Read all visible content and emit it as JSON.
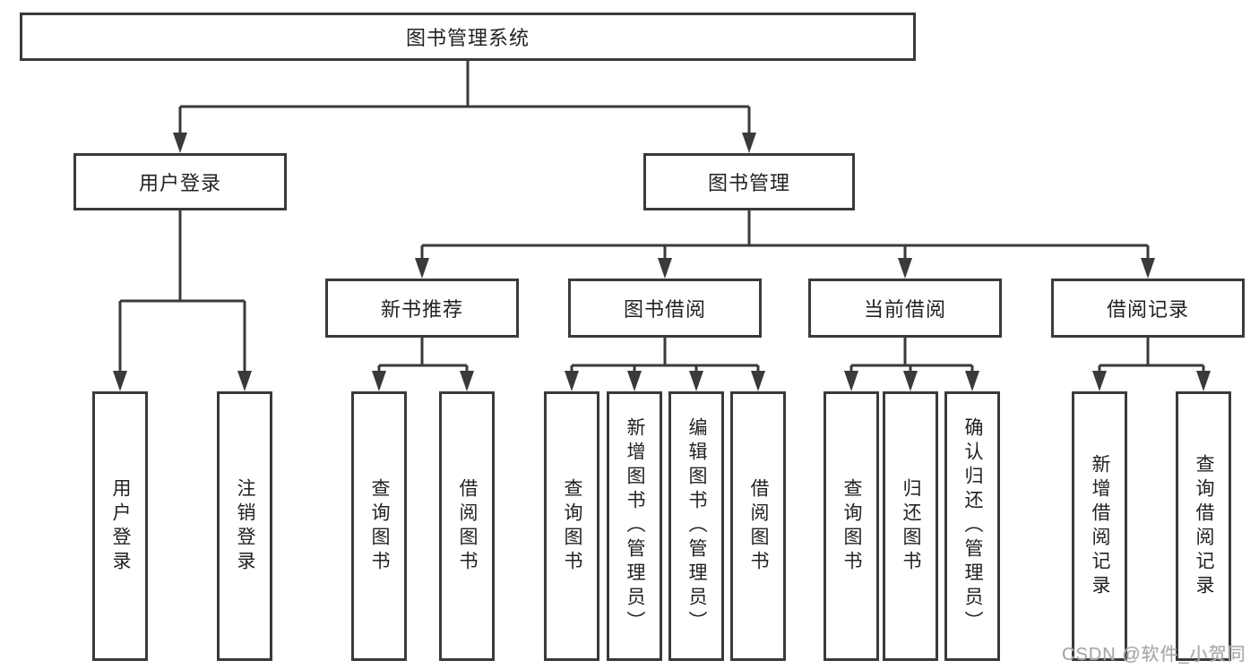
{
  "diagram": {
    "root": "图书管理系统",
    "line_color": "#3a3a3a",
    "branches": [
      {
        "label": "用户登录",
        "children": [
          {
            "label": "用户登录"
          },
          {
            "label": "注销登录"
          }
        ]
      },
      {
        "label": "图书管理",
        "children": [
          {
            "label": "新书推荐",
            "children": [
              {
                "label": "查询图书"
              },
              {
                "label": "借阅图书"
              }
            ]
          },
          {
            "label": "图书借阅",
            "children": [
              {
                "label": "查询图书"
              },
              {
                "label": "新增图书（管理员）"
              },
              {
                "label": "编辑图书（管理员）"
              },
              {
                "label": "借阅图书"
              }
            ]
          },
          {
            "label": "当前借阅",
            "children": [
              {
                "label": "查询图书"
              },
              {
                "label": "归还图书"
              },
              {
                "label": "确认归还（管理员）"
              }
            ]
          },
          {
            "label": "借阅记录",
            "children": [
              {
                "label": "新增借阅记录"
              },
              {
                "label": "查询借阅记录"
              }
            ]
          }
        ]
      }
    ]
  },
  "watermark": {
    "text": "CSDN @软件_小贺同学",
    "color": "#a8a8a8"
  }
}
